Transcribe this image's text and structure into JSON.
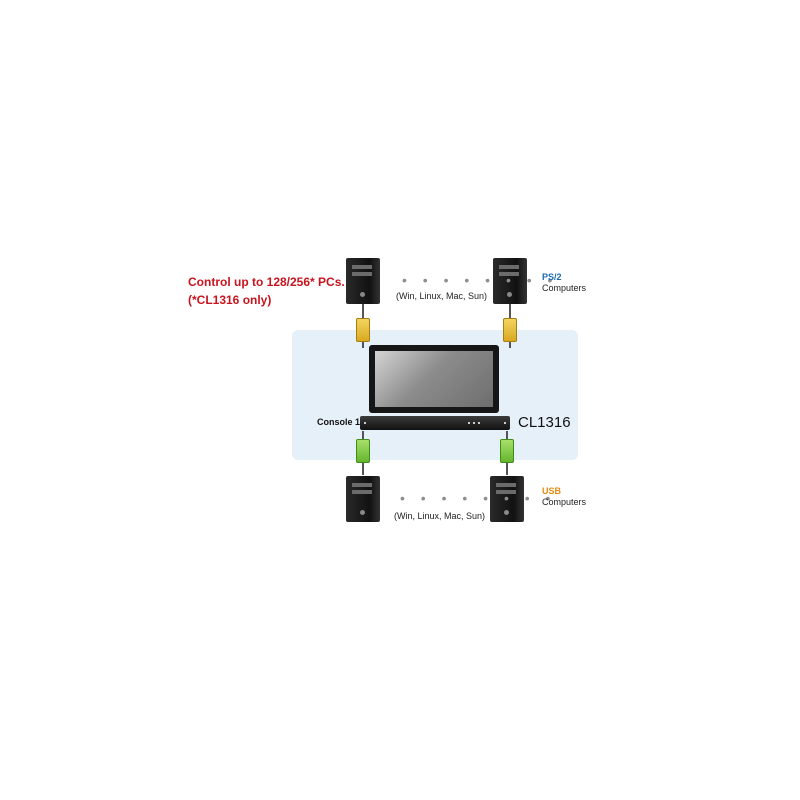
{
  "caption": {
    "line1": "Control up to 128/256* PCs.",
    "line2": "(*CL1316 only)"
  },
  "top_group": {
    "dots": "• • • • • • • •",
    "os_note": "(Win, Linux, Mac, Sun)",
    "type": "PS/2",
    "label": "Computers"
  },
  "bottom_group": {
    "dots": "• • • • • • • •",
    "os_note": "(Win, Linux, Mac, Sun)",
    "type": "USB",
    "label": "Computers"
  },
  "device": {
    "console_label": "Console 1",
    "model": "CL1316"
  },
  "colors": {
    "caption": "#c8141e",
    "ps2": "#1b6ab0",
    "usb": "#e08a12",
    "panel": "#e6f0f8"
  }
}
